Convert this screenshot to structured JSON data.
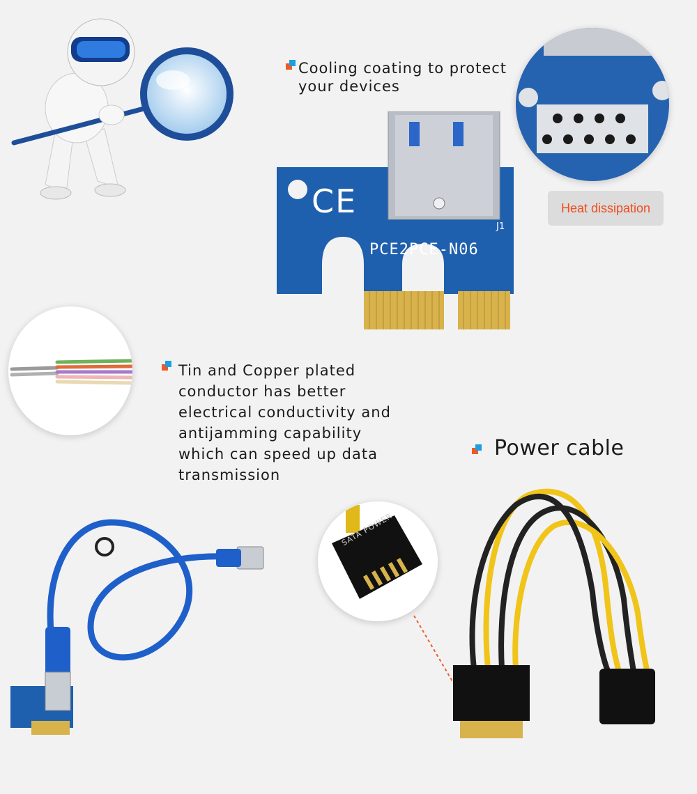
{
  "callouts": {
    "cooling": "Cooling coating to protect\nyour devices",
    "heat_badge": "Heat dissipation",
    "conductor": "Tin and Copper plated\nconductor has better\nelectrical conductivity and\nantijamming capability\nwhich can speed up data\ntransmission",
    "power": "Power cable"
  },
  "board": {
    "model": "PCE2PCE-N06",
    "ref": "J1",
    "mark": "CE"
  },
  "sata": {
    "label": "SATA POWER"
  },
  "colors": {
    "accent_orange": "#f05a22",
    "accent_blue": "#1aa0e0",
    "pcb_blue": "#1e5fae"
  }
}
